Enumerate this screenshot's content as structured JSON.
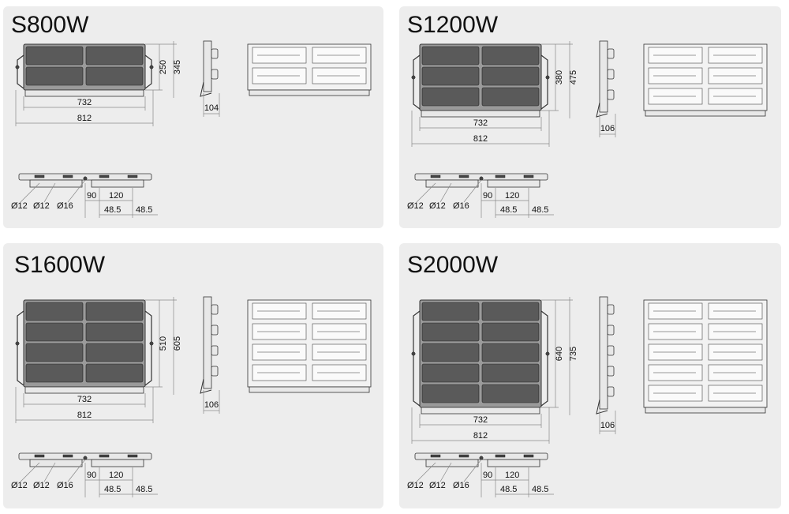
{
  "panels": [
    {
      "id": "s800",
      "title": "S800W",
      "rows": 2,
      "dims": {
        "inner_width": "732",
        "outer_width": "812",
        "inner_height": "250",
        "outer_height": "345",
        "depth": "104"
      }
    },
    {
      "id": "s1200",
      "title": "S1200W",
      "rows": 3,
      "dims": {
        "inner_width": "732",
        "outer_width": "812",
        "inner_height": "380",
        "outer_height": "475",
        "depth": "106"
      }
    },
    {
      "id": "s1600",
      "title": "S1600W",
      "rows": 4,
      "dims": {
        "inner_width": "732",
        "outer_width": "812",
        "inner_height": "510",
        "outer_height": "605",
        "depth": "106"
      }
    },
    {
      "id": "s2000",
      "title": "S2000W",
      "rows": 5,
      "dims": {
        "inner_width": "732",
        "outer_width": "812",
        "inner_height": "640",
        "outer_height": "735",
        "depth": "106"
      }
    }
  ],
  "mount": {
    "hole_a": "Ø12",
    "hole_b": "Ø12",
    "hole_c": "Ø16",
    "gap": "90",
    "spacing": "120",
    "offset_left": "48.5",
    "offset_right": "48.5"
  },
  "colors": {
    "panel_bg": "#ededed",
    "module_dark": "#5a5a5a",
    "line": "#888888"
  }
}
